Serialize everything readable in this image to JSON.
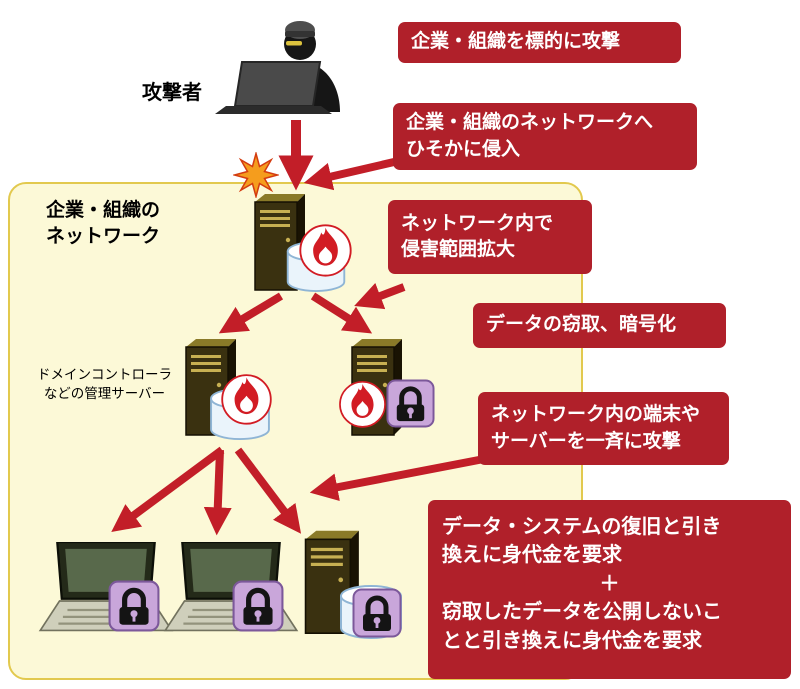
{
  "labels": {
    "attacker": "攻撃者",
    "network": "企業・組織の\nネットワーク",
    "domain_controller": "ドメインコントローラ\nなどの管理サーバー"
  },
  "callouts": [
    {
      "text": "企業・組織を標的に攻撃"
    },
    {
      "text": "企業・組織のネットワークへ\nひそかに侵入"
    },
    {
      "text": "ネットワーク内で\n侵害範囲拡大"
    },
    {
      "text": "データの窃取、暗号化"
    },
    {
      "text": "ネットワーク内の端末や\nサーバーを一斉に攻撃"
    },
    {
      "lines_top": "データ・システムの復旧と引き\n換えに身代金を要求",
      "plus": "＋",
      "lines_bottom": "窃取したデータを公開しないこ\nとと引き換えに身代金を要求"
    }
  ],
  "colors": {
    "callout_red": "#b0202a",
    "arrow_red": "#c21e28",
    "network_fill": "#fcf9d7",
    "network_border": "#e2c94e",
    "lock_purple": "#c9a6da",
    "fire_red": "#d21c24",
    "starburst_orange": "#f59d1d",
    "database_blue": "#8fb5d5"
  },
  "icons": {
    "attacker": "attacker-figure-icon",
    "server": "server-icon",
    "database": "database-cylinder-icon",
    "fire": "fire-compromise-icon",
    "lock": "ransom-padlock-icon",
    "laptop": "laptop-icon",
    "starburst": "intrusion-starburst-icon",
    "arrow": "attack-flow-arrow"
  }
}
